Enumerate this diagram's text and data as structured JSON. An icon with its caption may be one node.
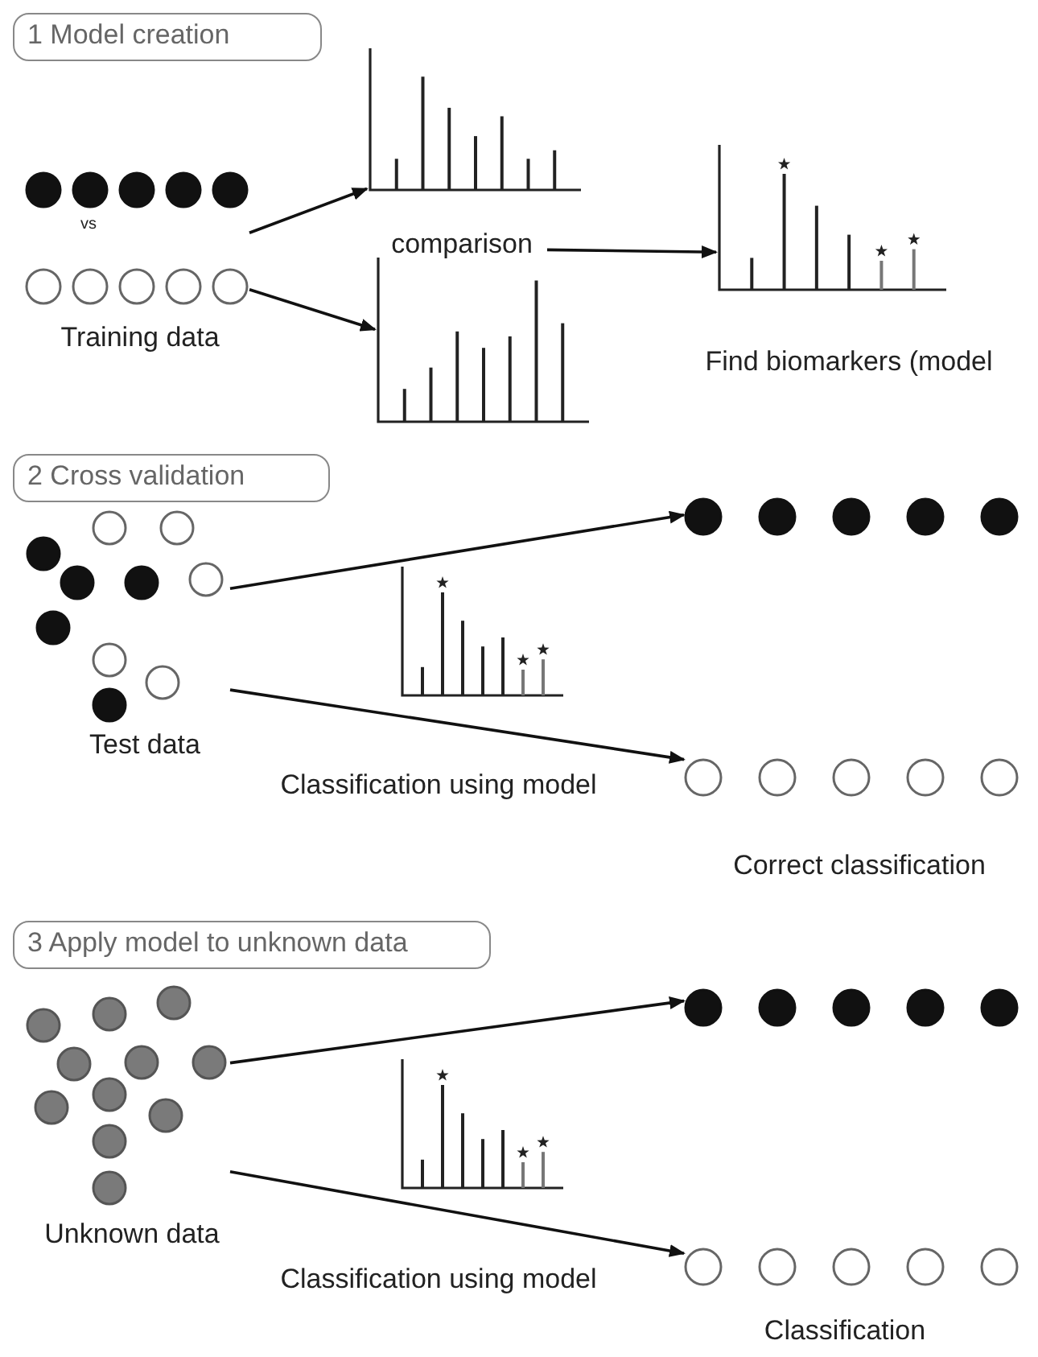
{
  "diagram": {
    "nodes": [
      {
        "text": [
          "1 Model creation"
        ]
      },
      {
        "text": [],
        "shape": "picture"
      },
      {
        "text": [],
        "shape": "picture",
        "beside": [
          "Training data"
        ]
      },
      {
        "text": [
          "comparison"
        ]
      },
      {
        "text": [],
        "shape": "picture",
        "beside": [
          "Find biomarkers (model"
        ]
      },
      {
        "text": [],
        "shape": "picture"
      },
      {
        "text": [
          "2 Cross validation"
        ]
      },
      {
        "text": [],
        "shape": "picture",
        "beside": [
          "Test data"
        ]
      },
      {
        "text": [],
        "shape": "picture"
      },
      {
        "text": [],
        "shape": "picture",
        "beside": [
          "Classification using model"
        ]
      },
      {
        "text": [],
        "shape": "picture",
        "beside": [
          "Correct classification"
        ]
      },
      {
        "text": [
          "3 Apply model to unknown data"
        ]
      },
      {
        "text": [],
        "shape": "picture",
        "beside": [
          "Unknown data"
        ]
      },
      {
        "text": [],
        "shape": "picture"
      },
      {
        "text": [],
        "shape": "picture",
        "beside": [
          "Classification using model"
        ]
      },
      {
        "text": [],
        "shape": "picture",
        "beside": [
          "Classification"
        ]
      }
    ],
    "edges": [
      {
        "from": 2,
        "to": 1,
        "arrow": "to"
      },
      {
        "from": 2,
        "to": 5,
        "arrow": "to"
      },
      {
        "from": 3,
        "to": 4,
        "arrow": "to"
      },
      {
        "from": 7,
        "to": 8,
        "arrow": "to"
      },
      {
        "from": 7,
        "to": 10,
        "arrow": "to"
      },
      {
        "from": 12,
        "to": 13,
        "arrow": "to"
      },
      {
        "from": 12,
        "to": 15,
        "arrow": "to"
      }
    ],
    "labels": [
      "vs"
    ]
  }
}
